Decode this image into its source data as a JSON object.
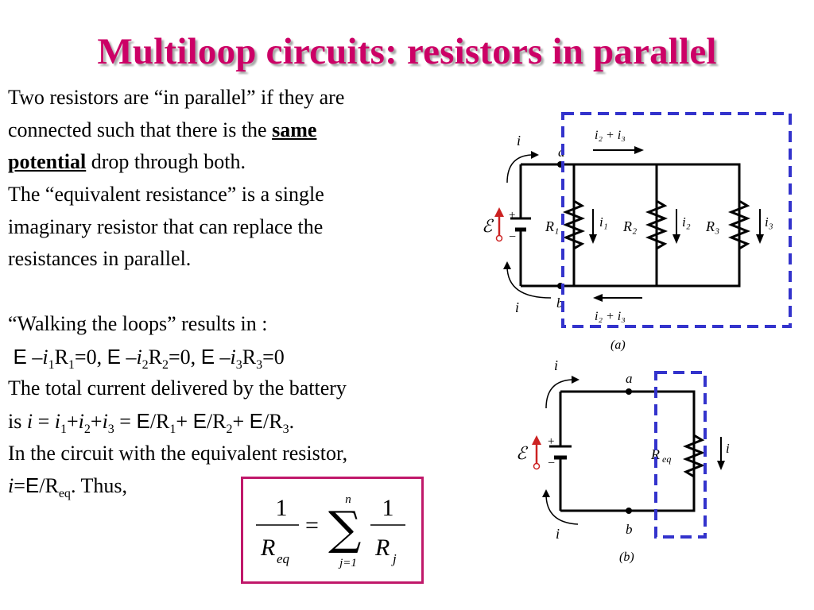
{
  "slide": {
    "title": "Multiloop circuits: resistors in parallel",
    "para1": {
      "line1": "Two resistors are “in parallel” if they are",
      "line2_start": "connected such that there is the ",
      "same": "same",
      "potential": "potential",
      "line3_end": " drop through both."
    },
    "para2": {
      "line1": "The “equivalent resistance” is a single",
      "line2": "imaginary resistor that can replace the",
      "line3": "resistances in parallel."
    },
    "walking": "“Walking the loops” results in :",
    "total_current": "The total current delivered by the battery",
    "equiv_circuit": "In the circuit with the equivalent resistor,",
    "thus": ". Thus,",
    "emf_symbol": "E"
  },
  "formula": {
    "numerator": "1",
    "lhs_den": "R",
    "lhs_den_sub": "eq",
    "equals": "=",
    "sum_symbol": "∑",
    "upper_limit": "n",
    "lower_limit": "j=1",
    "rhs_num": "1",
    "rhs_den": "R",
    "rhs_den_sub": "j"
  },
  "circuit_a": {
    "caption": "(a)",
    "top_current": "i₂ + i₃",
    "bottom_current": "i₂ + i₃",
    "node_a": "a",
    "node_b": "b",
    "emf": "ℰ",
    "plus": "+",
    "minus": "−",
    "r1": "R₁",
    "r2": "R₂",
    "r3": "R₃",
    "i1": "i₁",
    "i2": "i₂",
    "i3": "i₃",
    "i_top": "i",
    "i_bottom": "i"
  },
  "circuit_b": {
    "caption": "(b)",
    "node_a": "a",
    "node_b": "b",
    "emf": "ℰ",
    "plus": "+",
    "minus": "−",
    "req": "R",
    "req_sub": "eq",
    "i_right": "i",
    "i_top": "i",
    "i_bottom": "i"
  },
  "colors": {
    "title": "#cc0066",
    "formula_border": "#c0186a",
    "dashed_box": "#3333cc",
    "emf_arrow": "#cc2222"
  }
}
